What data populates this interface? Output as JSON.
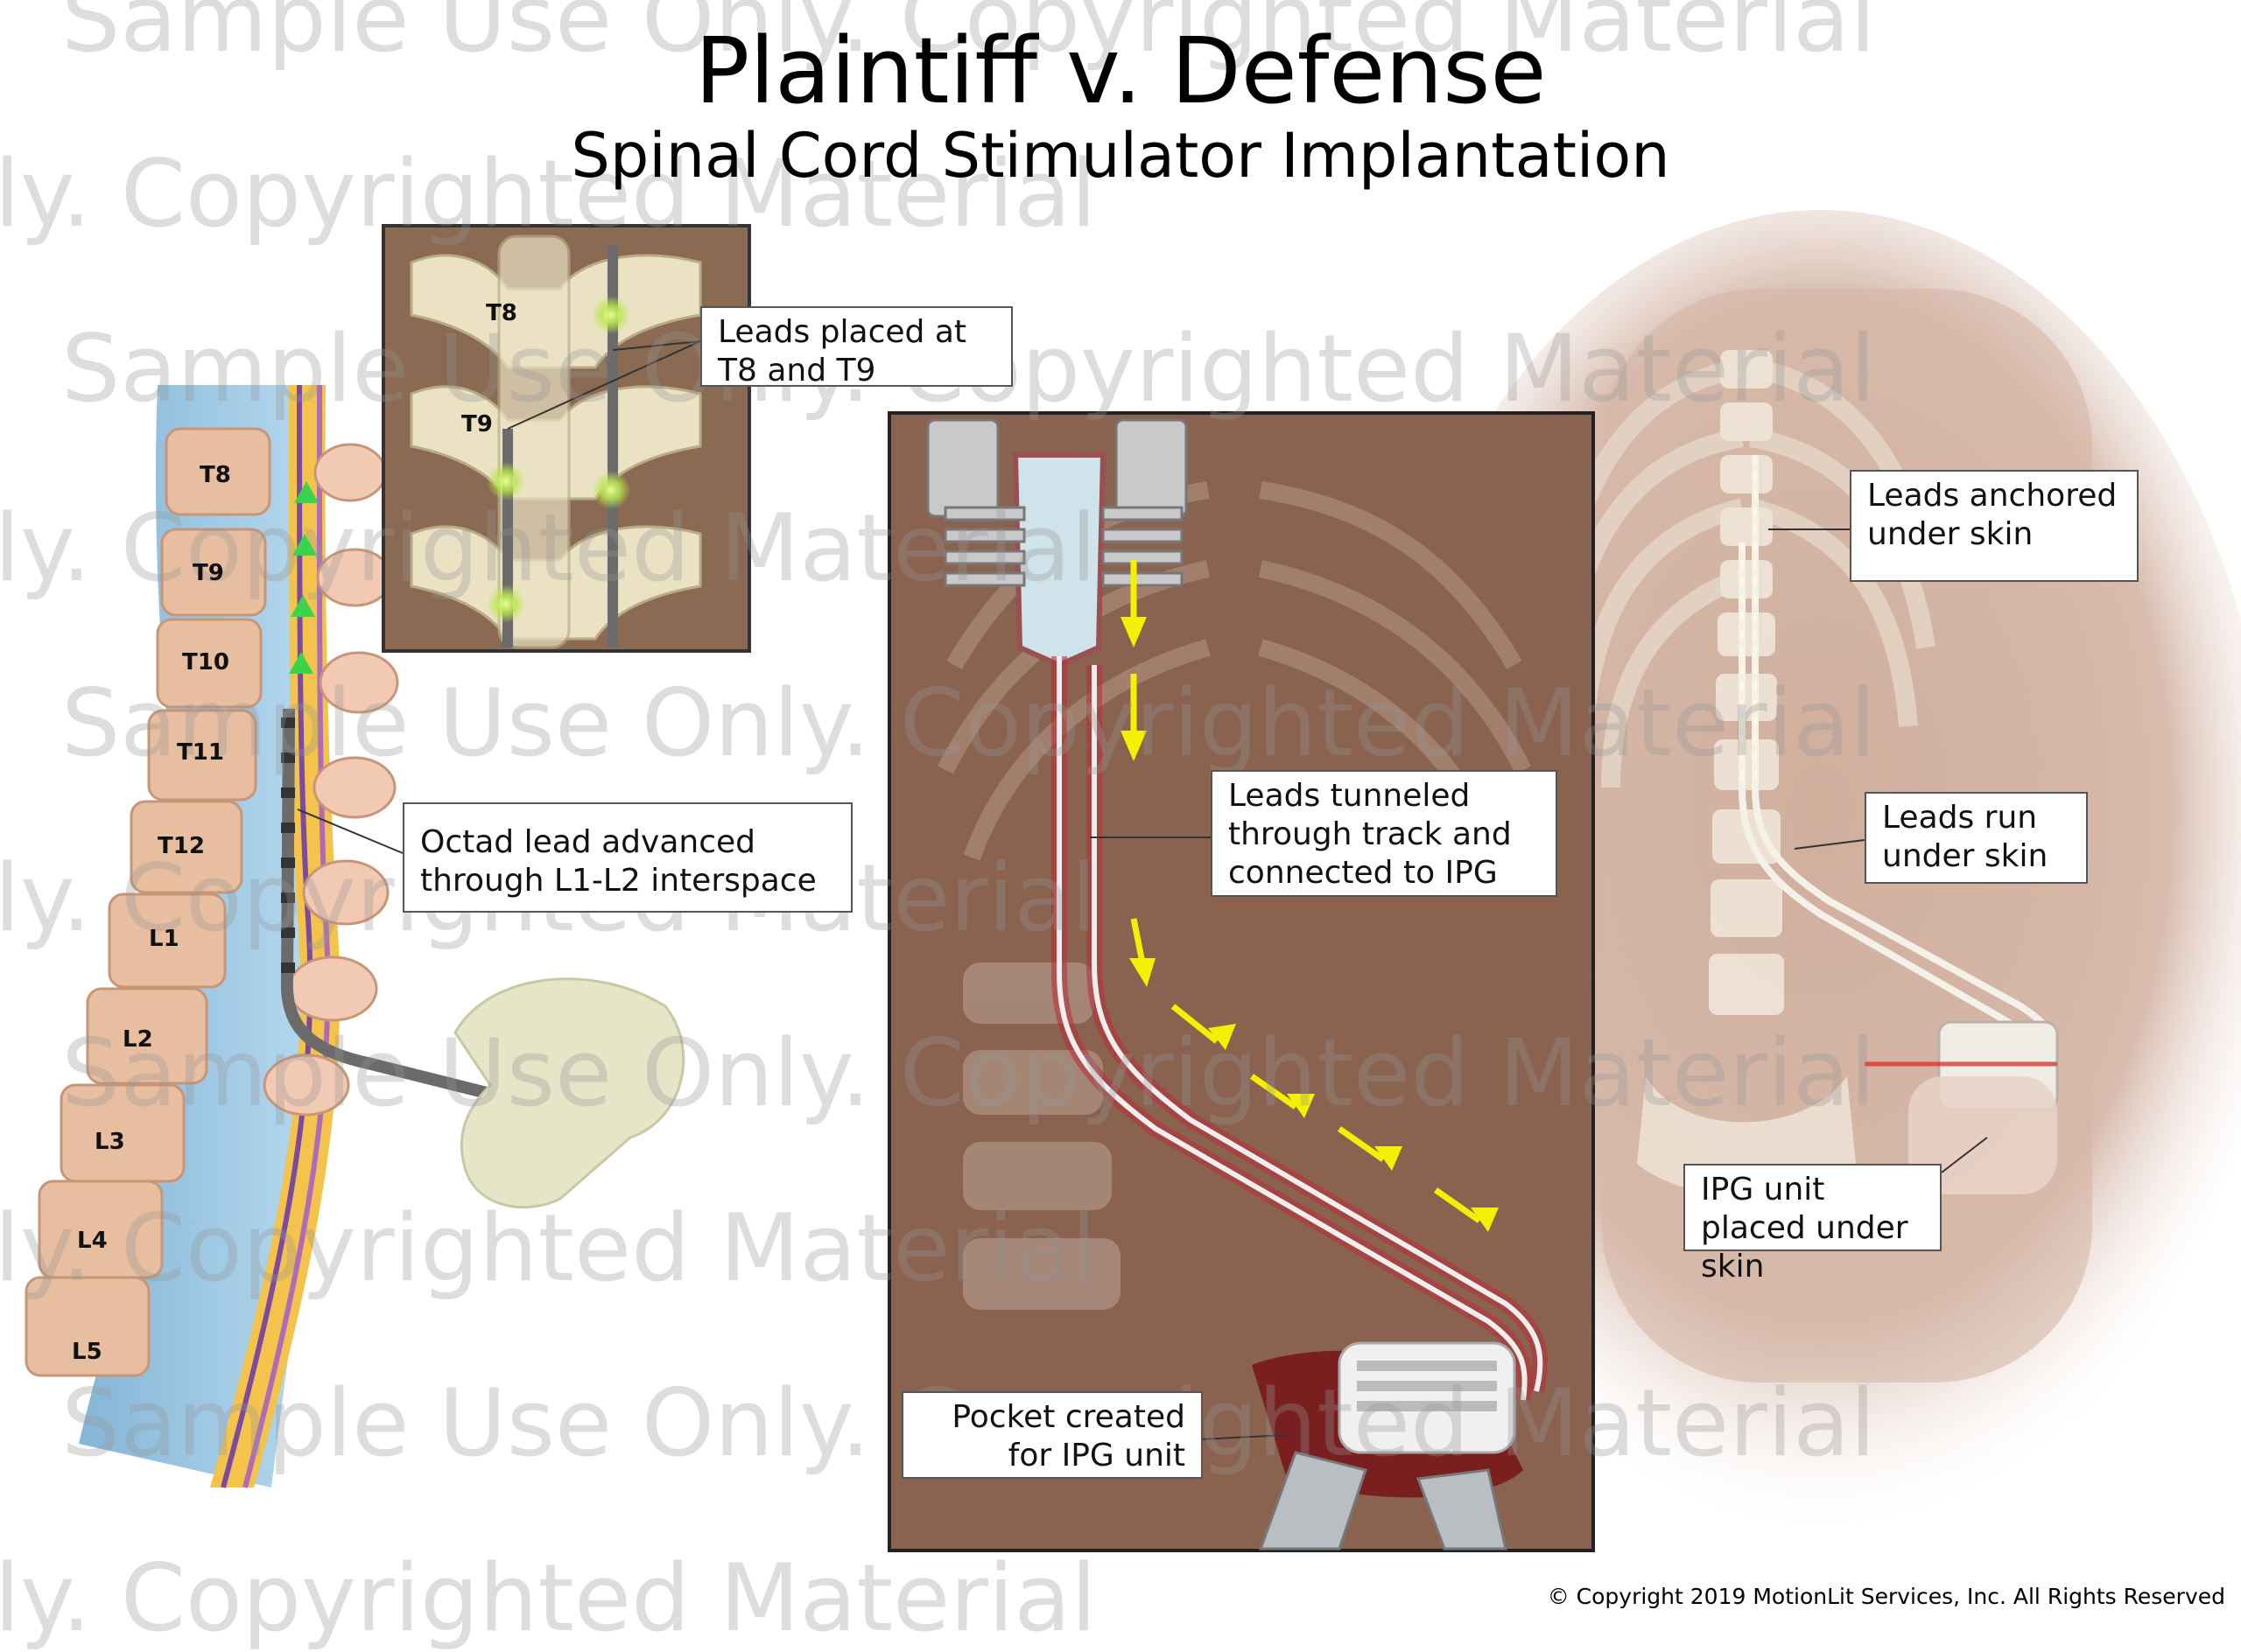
{
  "title": "Plaintiff v. Defense",
  "subtitle": "Spinal Cord Stimulator Implantation",
  "watermark": "Sample Use Only. Copyrighted Material",
  "labels": {
    "inset": "Leads placed at T8 and T9",
    "octad": "Octad lead advanced through L1-L2 interspace",
    "tunneled": "Leads tunneled through track and connected to IPG",
    "pocket": "Pocket created for IPG unit",
    "anchored": "Leads anchored under skin",
    "run": "Leads run under skin",
    "ipg": "IPG unit placed under skin"
  },
  "vertebrae": [
    "T8",
    "T9",
    "T10",
    "T11",
    "T12",
    "L1",
    "L2",
    "L3",
    "L4",
    "L5"
  ],
  "inset_vertebrae": [
    "T8",
    "T9"
  ],
  "copyright": "© Copyright 2019 MotionLit Services, Inc. All Rights Reserved",
  "colors": {
    "arrow_yellow": "#f5ef00",
    "arrow_green": "#39d44a",
    "lead_red": "#b8323a",
    "tissue": "#8a6350"
  }
}
